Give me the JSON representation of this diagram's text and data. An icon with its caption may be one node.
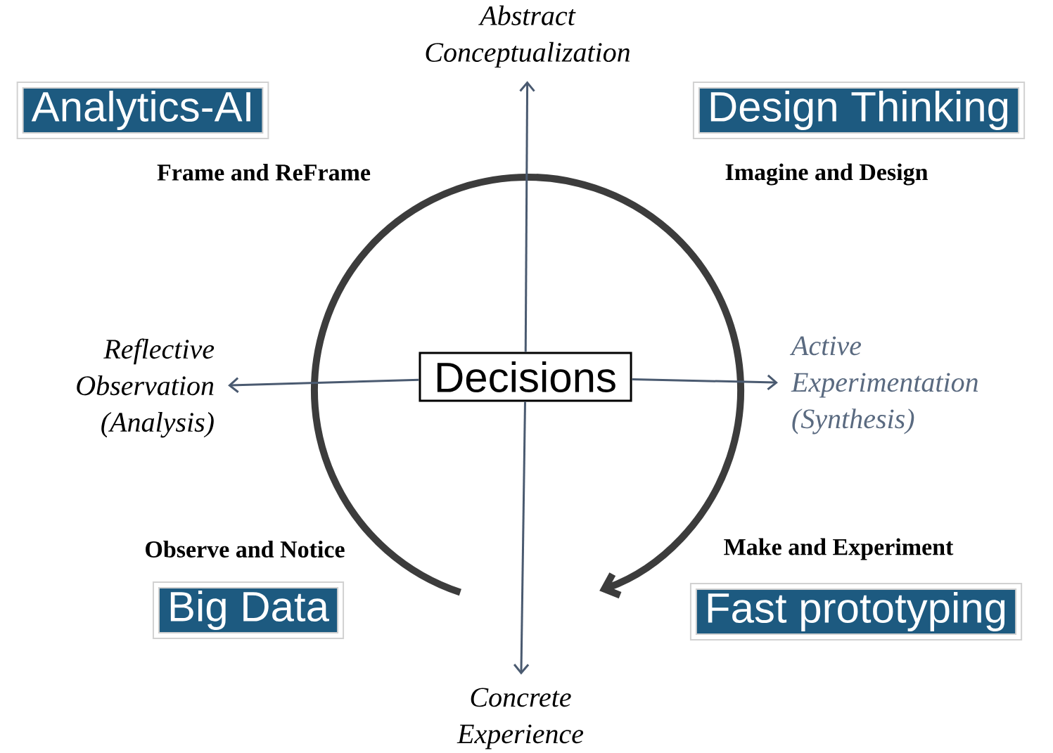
{
  "diagram": {
    "nodes": [
      {
        "text": [
          "Analytics-AI"
        ]
      },
      {
        "text": [
          "Abstract Conceptualization"
        ]
      },
      {
        "text": [
          "Design Thinking"
        ]
      },
      {
        "text": [
          "Reflective Observation (Analysis)"
        ]
      },
      {
        "text": [
          "Decisions"
        ]
      },
      {
        "text": [
          "Active Experimentation (Synthesis)"
        ]
      },
      {
        "text": [
          "Big Data"
        ]
      },
      {
        "text": [
          "Fast prototyping"
        ]
      },
      {
        "text": [
          "Concrete Experience"
        ]
      }
    ],
    "edges": [
      {
        "from": 4,
        "to": 1,
        "arrow": "to"
      },
      {
        "from": 4,
        "to": 3,
        "arrow": "to"
      },
      {
        "from": 4,
        "to": 5,
        "arrow": "to"
      },
      {
        "from": 4,
        "to": 8,
        "arrow": "to"
      }
    ],
    "labels": [
      "Frame and ReFrame",
      "Imagine and Design",
      "Observe and Notice",
      "Make and Experiment"
    ]
  }
}
